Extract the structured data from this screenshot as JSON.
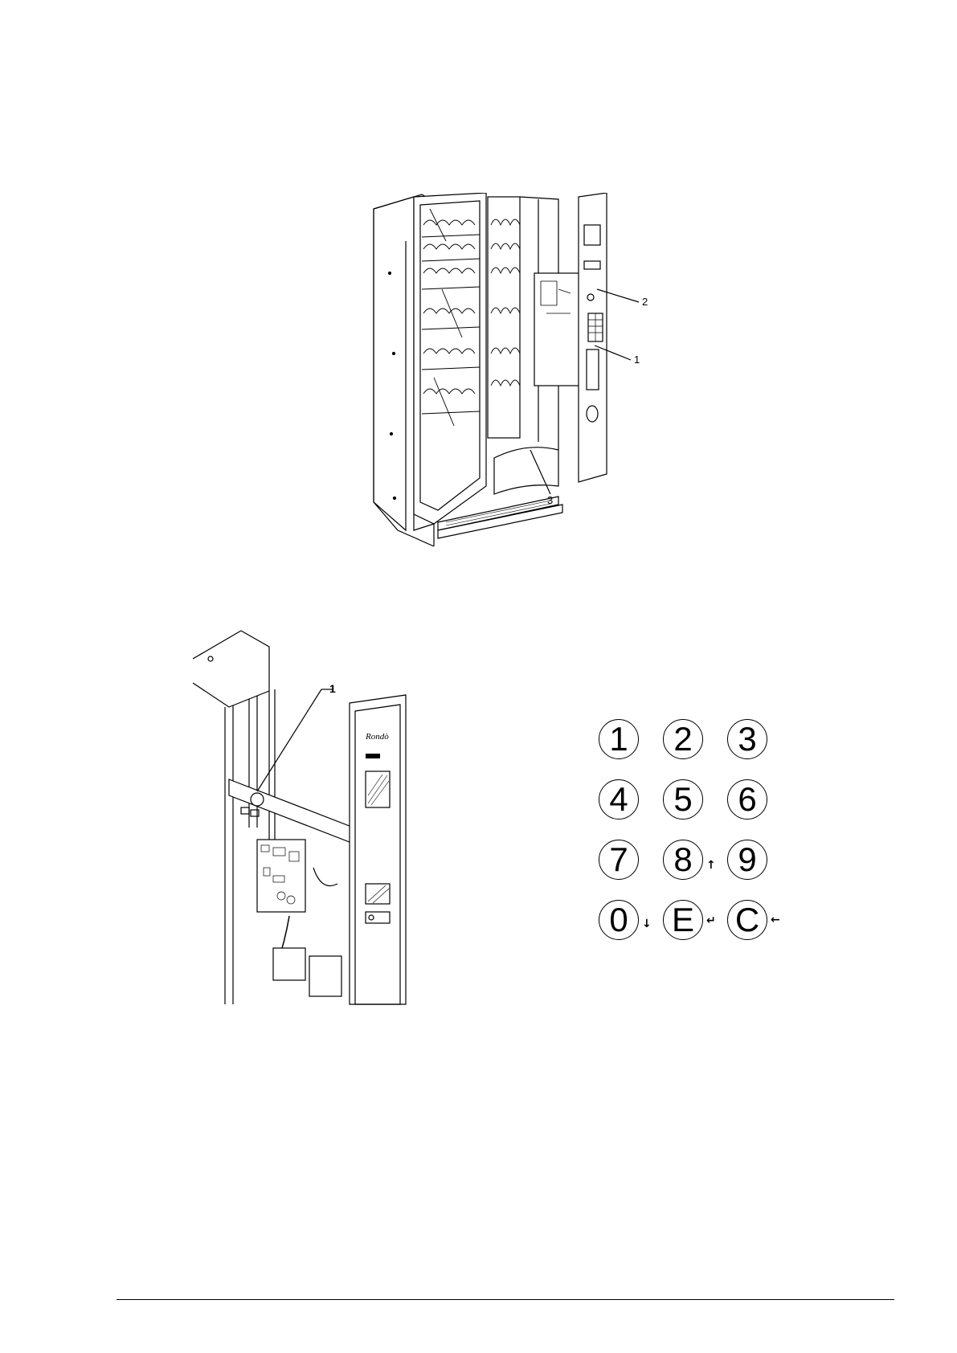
{
  "figure1": {
    "callouts": [
      "1",
      "2",
      "3"
    ]
  },
  "figure2": {
    "callouts": [
      "1"
    ],
    "brand_text": "Rondò"
  },
  "keypad": {
    "rows": [
      [
        {
          "label": "1"
        },
        {
          "label": "2"
        },
        {
          "label": "3"
        }
      ],
      [
        {
          "label": "4"
        },
        {
          "label": "5"
        },
        {
          "label": "6"
        }
      ],
      [
        {
          "label": "7"
        },
        {
          "label": "8",
          "arrow": "up-arrow-icon"
        },
        {
          "label": "9"
        }
      ],
      [
        {
          "label": "0",
          "arrow": "down-arrow-icon"
        },
        {
          "label": "E",
          "arrow": "enter-arrow-icon"
        },
        {
          "label": "C",
          "arrow": "left-arrow-icon"
        }
      ]
    ]
  }
}
